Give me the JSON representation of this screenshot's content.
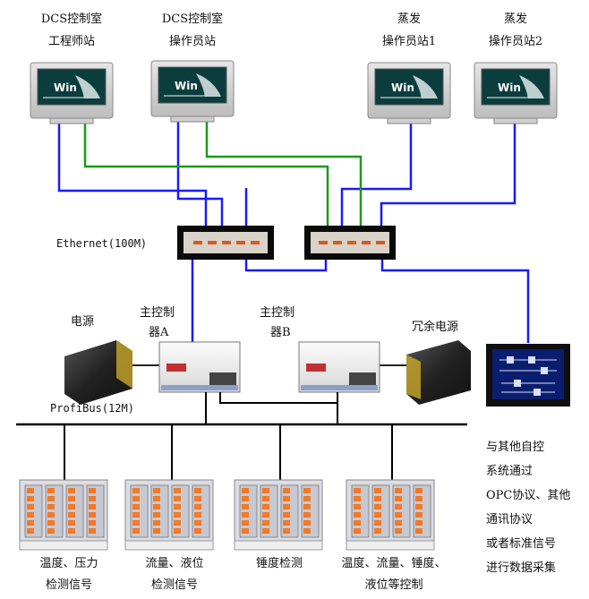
{
  "stations": [
    {
      "line1": "DCS控制室",
      "line2": "工程师站",
      "screen_text": "Win"
    },
    {
      "line1": "DCS控制室",
      "line2": "操作员站",
      "screen_text": "Win"
    },
    {
      "line1": "蒸发",
      "line2": "操作员站1",
      "screen_text": "Win"
    },
    {
      "line1": "蒸发",
      "line2": "操作员站2",
      "screen_text": "Win"
    }
  ],
  "network_label": "Ethernet(100M)",
  "controllers": {
    "a_line1": "主控制",
    "a_line2": "器A",
    "b_line1": "主控制",
    "b_line2": "器B"
  },
  "power": {
    "main": "电源",
    "redundant": "冗余电源"
  },
  "bus_label": "ProfiBus(12M)",
  "io_modules": [
    {
      "line1": "温度、压力",
      "line2": "检测信号"
    },
    {
      "line1": "流量、液位",
      "line2": "检测信号"
    },
    {
      "line1": "锤度检测",
      "line2": ""
    },
    {
      "line1": "温度、流量、锤度、",
      "line2": "液位等控制"
    }
  ],
  "side_note": [
    "与其他自控",
    "系统通过",
    "OPC协议、其他",
    "通讯协议",
    "或者标准信号",
    "进行数据采集"
  ],
  "colors": {
    "ethernet_blue": "#1a1aff",
    "ethernet_green": "#1a9a1a",
    "bus_black": "#000000",
    "terminal_orange": "#f07a2a",
    "screen_teal": "#0b3d3d"
  }
}
